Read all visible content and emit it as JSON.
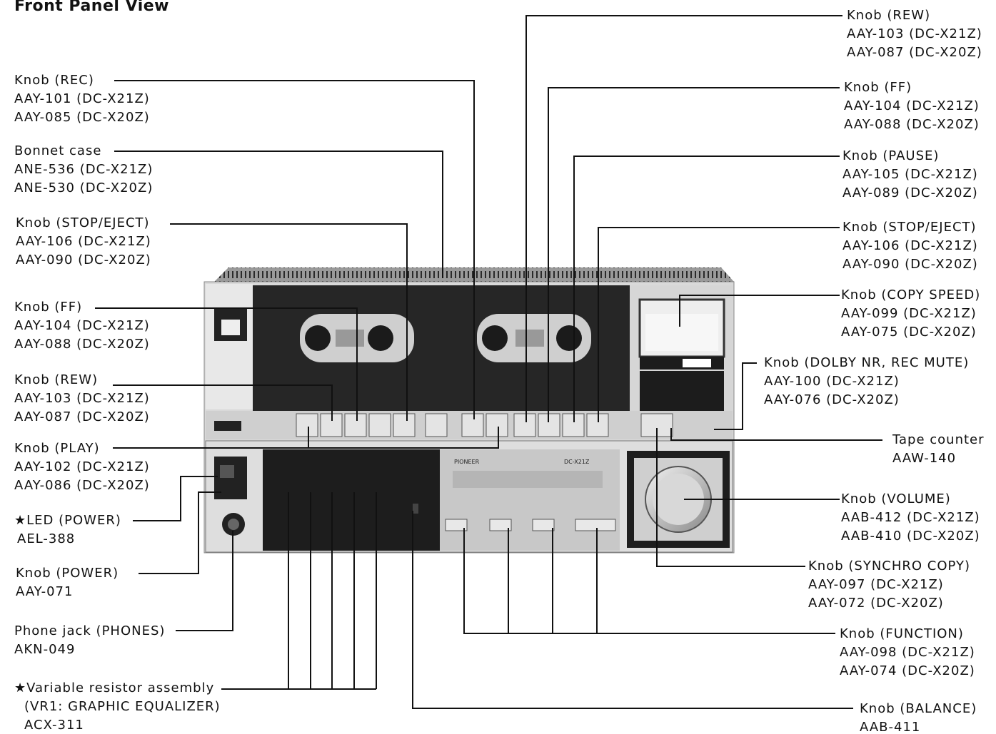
{
  "title": "Front Panel View",
  "labels": {
    "rec": [
      "Knob (REC)",
      "AAY-101 (DC-X21Z)",
      "AAY-085 (DC-X20Z)"
    ],
    "bonnet": [
      "Bonnet case",
      "ANE-536 (DC-X21Z)",
      "ANE-530 (DC-X20Z)"
    ],
    "stop_l": [
      "Knob (STOP/EJECT)",
      "AAY-106 (DC-X21Z)",
      "AAY-090 (DC-X20Z)"
    ],
    "ff_l": [
      "Knob (FF)",
      "AAY-104 (DC-X21Z)",
      "AAY-088 (DC-X20Z)"
    ],
    "rew_l": [
      "Knob (REW)",
      "AAY-103 (DC-X21Z)",
      "AAY-087 (DC-X20Z)"
    ],
    "play": [
      "Knob (PLAY)",
      "AAY-102 (DC-X21Z)",
      "AAY-086 (DC-X20Z)"
    ],
    "led": [
      "★LED (POWER)",
      "AEL-388"
    ],
    "power": [
      "Knob (POWER)",
      "AAY-071"
    ],
    "phones": [
      "Phone jack (PHONES)",
      "AKN-049"
    ],
    "vr": [
      "★Variable resistor assembly",
      "(VR1: GRAPHIC EQUALIZER)",
      "ACX-311"
    ],
    "rew_r": [
      "Knob (REW)",
      "AAY-103 (DC-X21Z)",
      "AAY-087 (DC-X20Z)"
    ],
    "ff_r": [
      "Knob (FF)",
      "AAY-104 (DC-X21Z)",
      "AAY-088 (DC-X20Z)"
    ],
    "pause": [
      "Knob (PAUSE)",
      "AAY-105 (DC-X21Z)",
      "AAY-089 (DC-X20Z)"
    ],
    "stop_r": [
      "Knob (STOP/EJECT)",
      "AAY-106 (DC-X21Z)",
      "AAY-090 (DC-X20Z)"
    ],
    "copy_speed": [
      "Knob (COPY SPEED)",
      "AAY-099 (DC-X21Z)",
      "AAY-075 (DC-X20Z)"
    ],
    "dolby": [
      "Knob (DOLBY NR, REC MUTE)",
      "AAY-100 (DC-X21Z)",
      "AAY-076 (DC-X20Z)"
    ],
    "counter": [
      "Tape counter",
      "AAW-140"
    ],
    "volume": [
      "Knob (VOLUME)",
      "AAB-412 (DC-X21Z)",
      "AAB-410 (DC-X20Z)"
    ],
    "synchro": [
      "Knob (SYNCHRO COPY)",
      "AAY-097 (DC-X21Z)",
      "AAY-072 (DC-X20Z)"
    ],
    "function": [
      "Knob (FUNCTION)",
      "AAY-098 (DC-X21Z)",
      "AAY-074 (DC-X20Z)"
    ],
    "balance": [
      "Knob (BALANCE)",
      "AAB-411"
    ]
  },
  "panel": {
    "brand": "PIONEER",
    "model": "DC-X21Z"
  }
}
